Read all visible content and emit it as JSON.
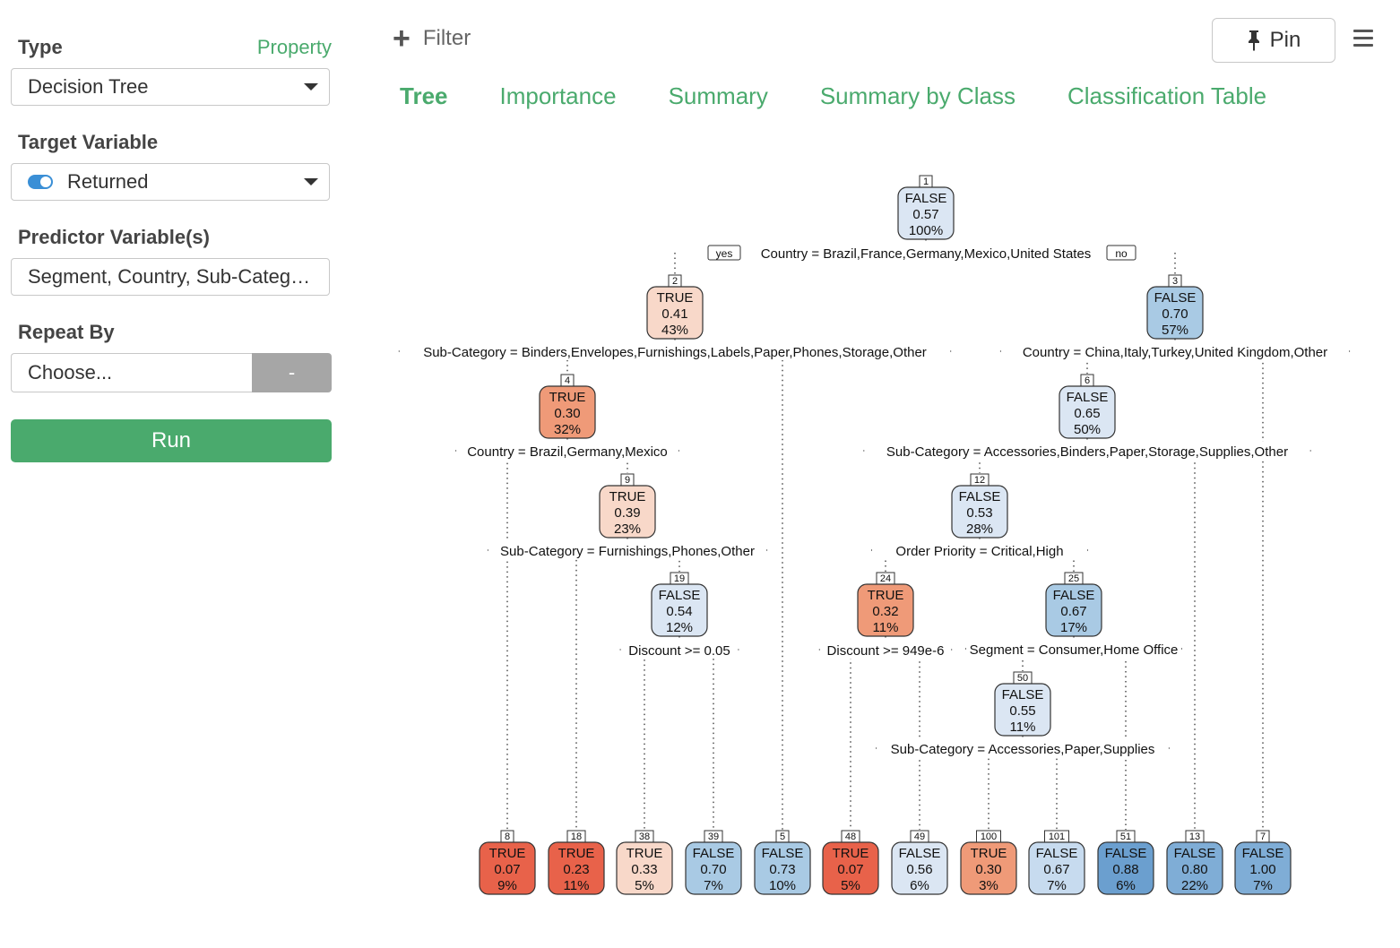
{
  "sidebar": {
    "type_label": "Type",
    "property_link": "Property",
    "type_value": "Decision Tree",
    "target_label": "Target Variable",
    "target_value": "Returned",
    "predictor_label": "Predictor Variable(s)",
    "predictor_value": "Segment, Country, Sub-Category, Order Priority, Discount",
    "repeat_label": "Repeat By",
    "repeat_placeholder": "Choose...",
    "repeat_button": "-",
    "run_button": "Run"
  },
  "toolbar": {
    "filter_label": "Filter",
    "pin_label": "Pin",
    "icons": [
      "plus-icon",
      "pin-icon",
      "menu-icon",
      "caret-down-icon",
      "toggle-icon"
    ]
  },
  "tabs": [
    {
      "label": "Tree",
      "active": true
    },
    {
      "label": "Importance",
      "active": false
    },
    {
      "label": "Summary",
      "active": false
    },
    {
      "label": "Summary by Class",
      "active": false
    },
    {
      "label": "Classification Table",
      "active": false
    }
  ],
  "tree": {
    "yes_label": "yes",
    "no_label": "no",
    "colors": {
      "true_strong": "#e8624a",
      "true_medium": "#ef9a78",
      "true_light": "#f8d8c9",
      "false_pale": "#dbe6f3",
      "false_light": "#c7dbef",
      "false_medium": "#a9cae4",
      "false_strong": "#7fadd6",
      "false_deep": "#6b9fcf"
    },
    "nodes": [
      {
        "id": "1",
        "class": "FALSE",
        "prob": "0.57",
        "pct": "100%",
        "split": "Country = Brazil,France,Germany,Mexico,United States"
      },
      {
        "id": "2",
        "class": "TRUE",
        "prob": "0.41",
        "pct": "43%",
        "split": "Sub-Category = Binders,Envelopes,Furnishings,Labels,Paper,Phones,Storage,Other"
      },
      {
        "id": "3",
        "class": "FALSE",
        "prob": "0.70",
        "pct": "57%",
        "split": "Country = China,Italy,Turkey,United Kingdom,Other"
      },
      {
        "id": "4",
        "class": "TRUE",
        "prob": "0.30",
        "pct": "32%",
        "split": "Country = Brazil,Germany,Mexico"
      },
      {
        "id": "6",
        "class": "FALSE",
        "prob": "0.65",
        "pct": "50%",
        "split": "Sub-Category = Accessories,Binders,Paper,Storage,Supplies,Other"
      },
      {
        "id": "9",
        "class": "TRUE",
        "prob": "0.39",
        "pct": "23%",
        "split": "Sub-Category = Furnishings,Phones,Other"
      },
      {
        "id": "12",
        "class": "FALSE",
        "prob": "0.53",
        "pct": "28%",
        "split": "Order Priority = Critical,High"
      },
      {
        "id": "19",
        "class": "FALSE",
        "prob": "0.54",
        "pct": "12%",
        "split": "Discount >= 0.05"
      },
      {
        "id": "24",
        "class": "TRUE",
        "prob": "0.32",
        "pct": "11%",
        "split": "Discount >= 949e-6"
      },
      {
        "id": "25",
        "class": "FALSE",
        "prob": "0.67",
        "pct": "17%",
        "split": "Segment = Consumer,Home Office"
      },
      {
        "id": "50",
        "class": "FALSE",
        "prob": "0.55",
        "pct": "11%",
        "split": "Sub-Category = Accessories,Paper,Supplies"
      },
      {
        "id": "8",
        "class": "TRUE",
        "prob": "0.07",
        "pct": "9%"
      },
      {
        "id": "18",
        "class": "TRUE",
        "prob": "0.23",
        "pct": "11%"
      },
      {
        "id": "38",
        "class": "TRUE",
        "prob": "0.33",
        "pct": "5%"
      },
      {
        "id": "39",
        "class": "FALSE",
        "prob": "0.70",
        "pct": "7%"
      },
      {
        "id": "5",
        "class": "FALSE",
        "prob": "0.73",
        "pct": "10%"
      },
      {
        "id": "48",
        "class": "TRUE",
        "prob": "0.07",
        "pct": "5%"
      },
      {
        "id": "49",
        "class": "FALSE",
        "prob": "0.56",
        "pct": "6%"
      },
      {
        "id": "100",
        "class": "TRUE",
        "prob": "0.30",
        "pct": "3%"
      },
      {
        "id": "101",
        "class": "FALSE",
        "prob": "0.67",
        "pct": "7%"
      },
      {
        "id": "51",
        "class": "FALSE",
        "prob": "0.88",
        "pct": "6%"
      },
      {
        "id": "13",
        "class": "FALSE",
        "prob": "0.80",
        "pct": "22%"
      },
      {
        "id": "7",
        "class": "FALSE",
        "prob": "1.00",
        "pct": "7%"
      }
    ]
  }
}
